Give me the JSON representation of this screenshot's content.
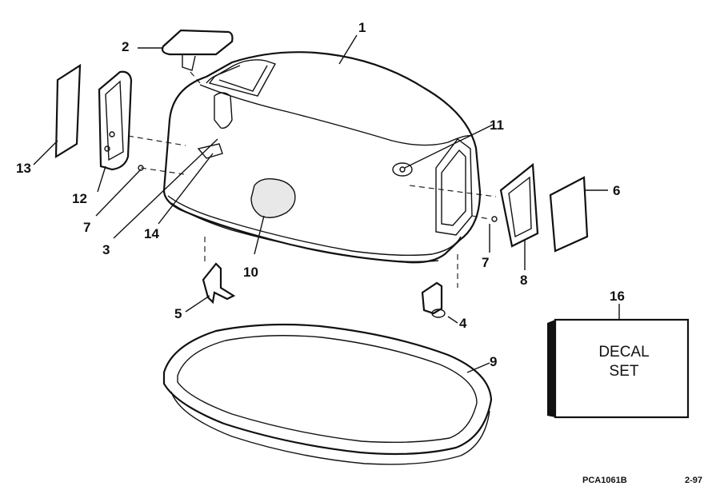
{
  "callouts": [
    "1",
    "2",
    "3",
    "4",
    "5",
    "6",
    "7",
    "7",
    "8",
    "9",
    "10",
    "11",
    "12",
    "13",
    "14",
    "16"
  ],
  "decal_box": {
    "line1": "DECAL",
    "line2": "SET"
  },
  "footer": {
    "code": "PCA1061B",
    "date": "2-97"
  }
}
